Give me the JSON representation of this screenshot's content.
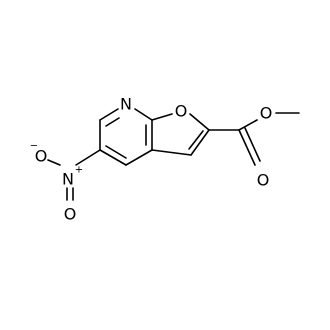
{
  "structure": {
    "atoms": {
      "n_pyridine": "N",
      "o_furan": "O",
      "o_ester": "O",
      "o_carbonyl": "O",
      "n_nitro": "N",
      "n_nitro_charge": "+",
      "o_nitro_upper": "O",
      "o_nitro_upper_charge": "−",
      "o_nitro_lower": "O"
    }
  }
}
